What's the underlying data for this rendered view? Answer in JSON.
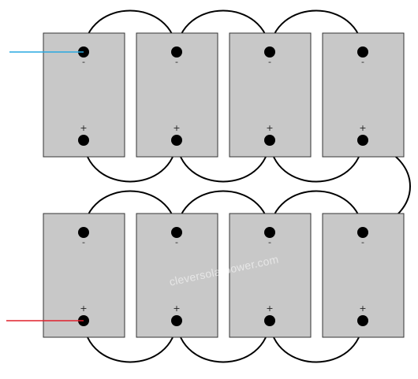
{
  "diagram": {
    "rows": [
      {
        "row_id": "top-row",
        "batteries": 4
      },
      {
        "row_id": "bottom-row",
        "batteries": 4
      }
    ],
    "terminal_labels": {
      "negative": "-",
      "positive": "+"
    },
    "watermark": "cleversolarpower.com",
    "colors": {
      "battery_fill": "#c8c8c8",
      "wire": "#000000",
      "negative_lead": "#29a8e0",
      "positive_lead": "#e0202c"
    }
  }
}
